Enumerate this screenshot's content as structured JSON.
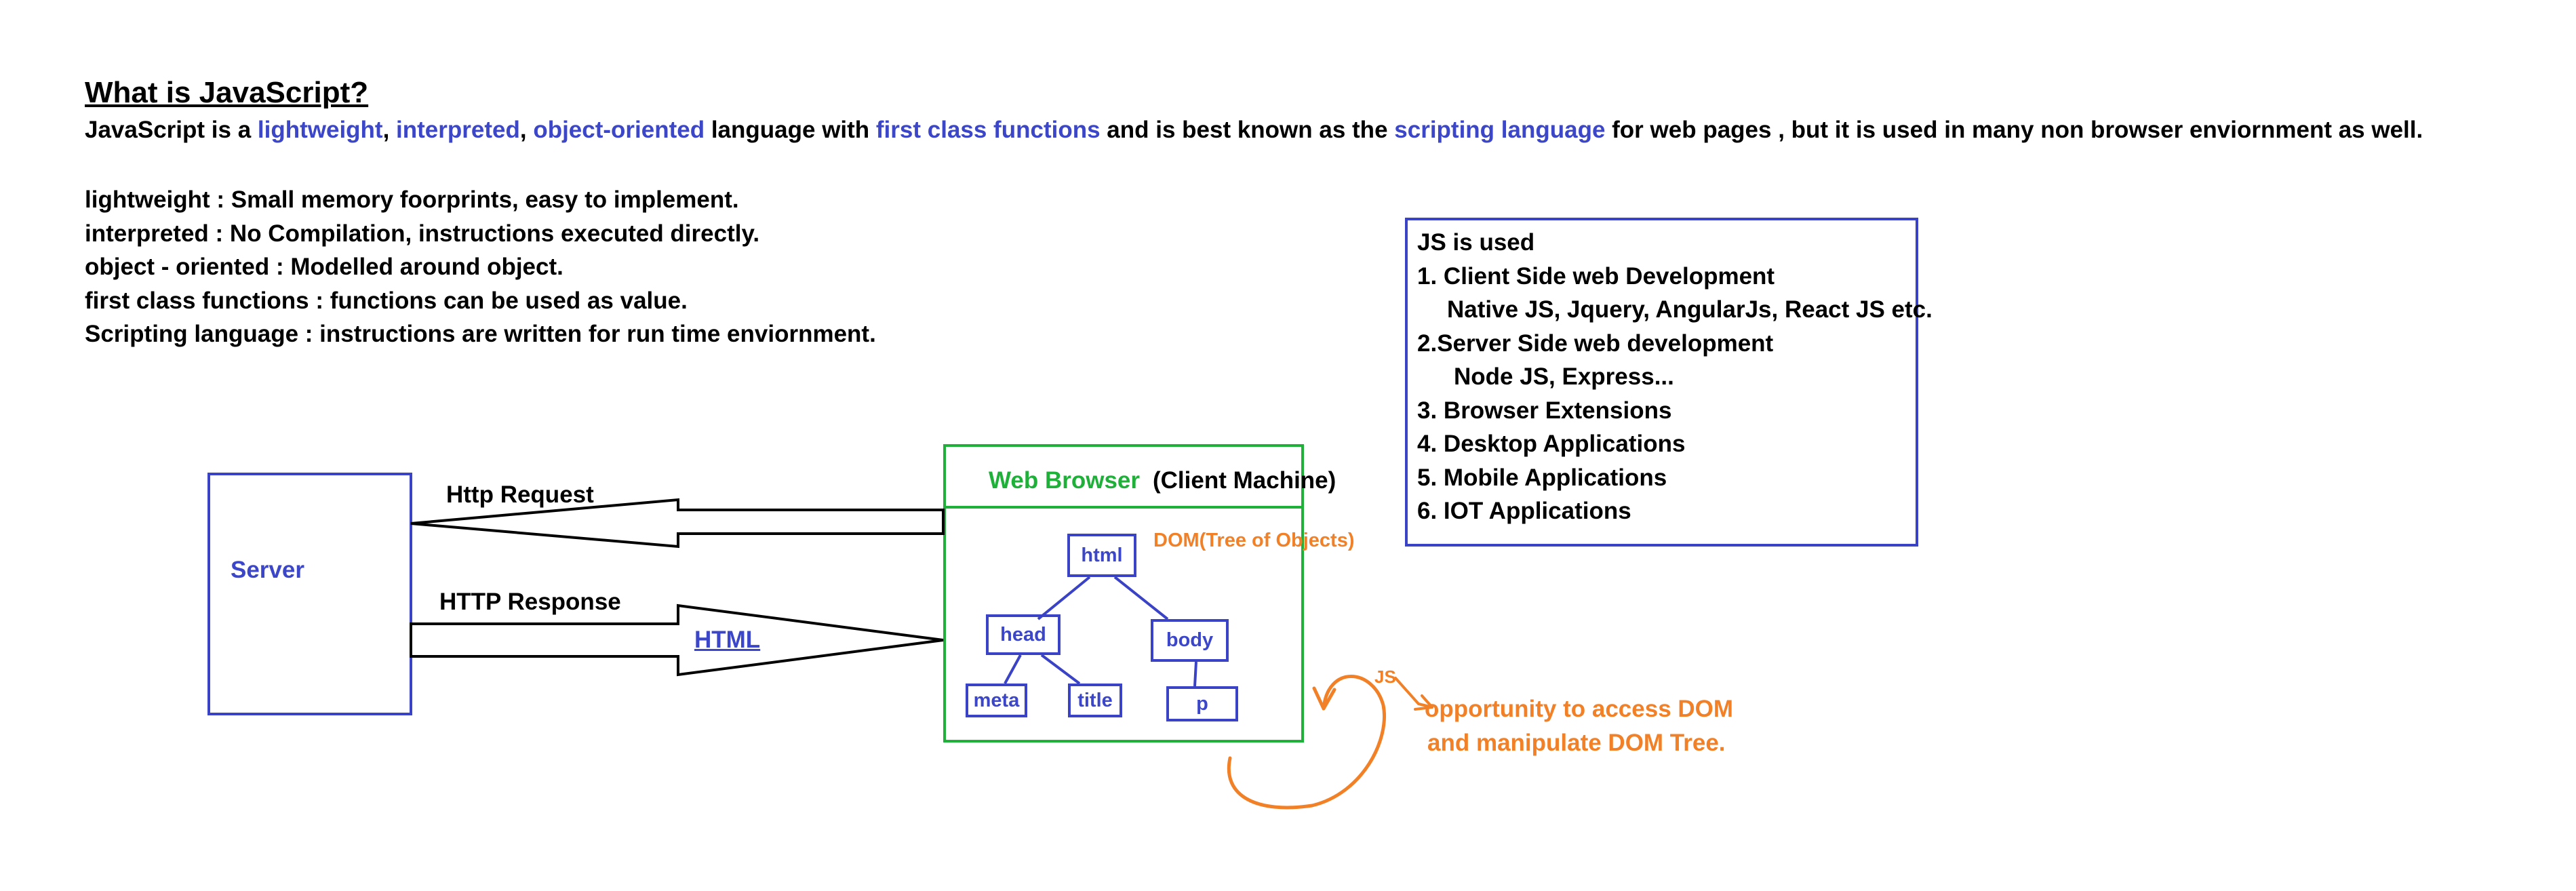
{
  "header": {
    "title": "What is JavaScript?",
    "intro": {
      "p1": "JavaScript is a ",
      "h1": "lightweight",
      "p2": ", ",
      "h2": "interpreted",
      "p3": ", ",
      "h3": "object-oriented",
      "p4": " language with ",
      "h4": "first class functions",
      "p5": " and is best known as the ",
      "h5": "scripting language",
      "p6": " for web pages , but it is used in many non browser enviornment as well."
    }
  },
  "definitions": [
    "lightweight : Small memory foorprints, easy to implement.",
    "interpreted : No Compilation, instructions executed directly.",
    "object - oriented : Modelled around object.",
    "first class functions : functions can be used as value.",
    "Scripting language : instructions are written for run time enviornment."
  ],
  "js_uses": {
    "heading": "JS is used",
    "items": [
      "1. Client Side web Development",
      "Native JS, Jquery, AngularJs, React JS etc.",
      "2.Server Side web development",
      "Node JS, Express...",
      "3. Browser Extensions",
      "4. Desktop Applications",
      "5. Mobile Applications",
      "6. IOT Applications"
    ]
  },
  "diagram": {
    "server_label": "Server",
    "request_label": "Http Request",
    "response_label": "HTTP Response",
    "response_payload": "HTML",
    "browser_title": "Web Browser",
    "client_label": "(Client Machine)",
    "dom_label": "DOM(Tree of Objects)",
    "nodes": {
      "html": "html",
      "head": "head",
      "body": "body",
      "meta": "meta",
      "title": "title",
      "p": "p"
    },
    "js_label": "JS",
    "opportunity_line1": "opportunity to access DOM",
    "opportunity_line2": "and manipulate DOM Tree."
  },
  "colors": {
    "blue": "#3a42c6",
    "green": "#1fb03a",
    "orange": "#f28026"
  }
}
